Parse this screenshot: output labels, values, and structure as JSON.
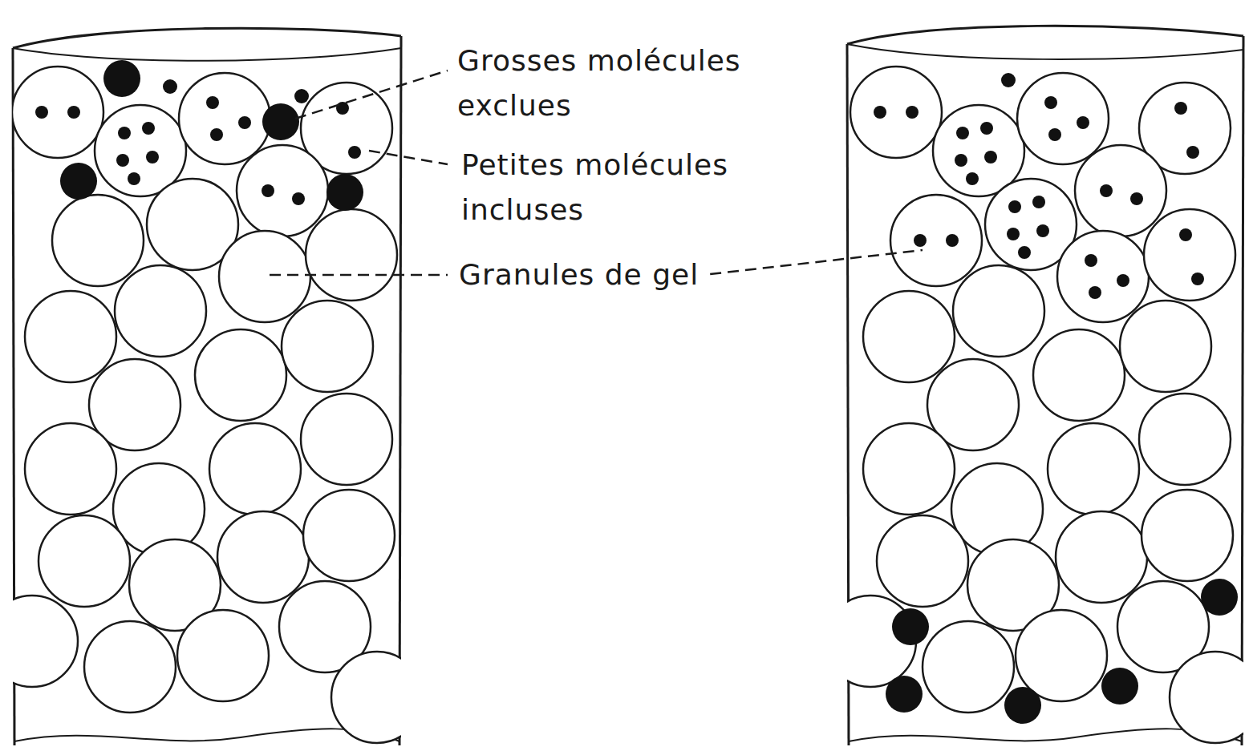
{
  "diagram": {
    "labels": [
      "Grosses molécules exclues",
      "Petites molécules incluses",
      "Granules de gel"
    ]
  }
}
